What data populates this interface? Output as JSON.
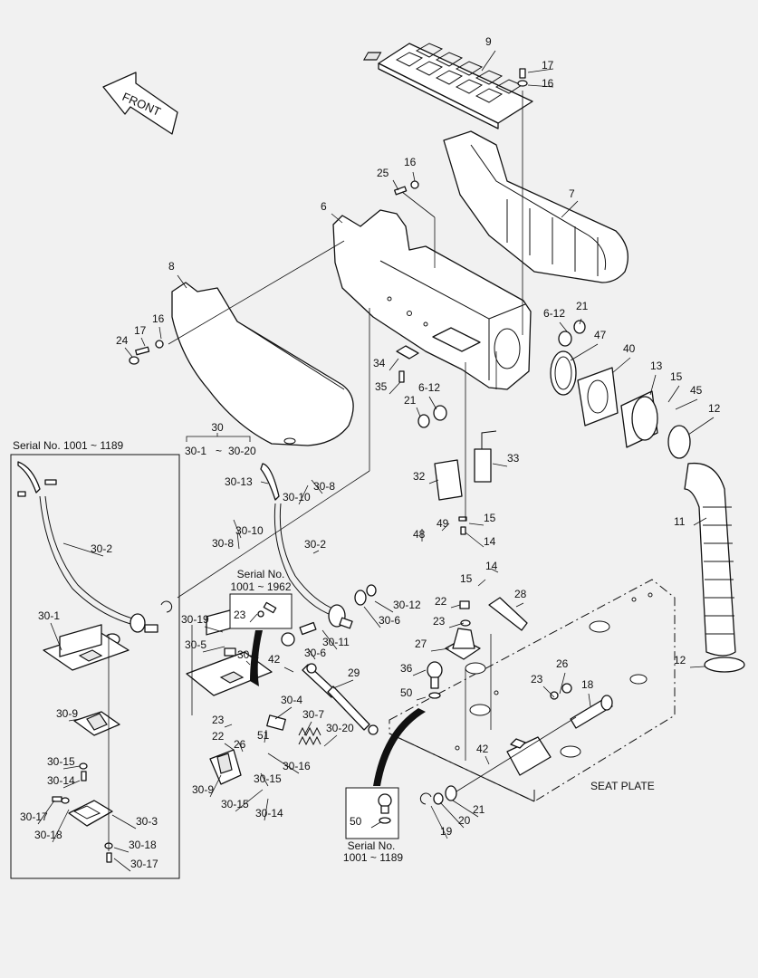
{
  "arrow_label": "FRONT",
  "seat_plate_label": "SEAT PLATE",
  "notes": {
    "serial_a_title": "Serial No. 1001 ~ 1189",
    "serial_b_title": "Serial No.",
    "serial_b_range": "1001 ~ 1962",
    "serial_c_title": "Serial No.",
    "serial_c_range": "1001 ~ 1189",
    "group_top": "30",
    "group_range_left": "30-1",
    "group_range_sep": "~",
    "group_range_right": "30-20"
  },
  "callouts": [
    "9",
    "17",
    "16",
    "7",
    "25",
    "16",
    "6",
    "8",
    "21",
    "6-12",
    "47",
    "40",
    "13",
    "15",
    "45",
    "12",
    "17",
    "16",
    "24",
    "34",
    "35",
    "21",
    "6-12",
    "33",
    "32",
    "49",
    "15",
    "48",
    "14",
    "11",
    "30-13",
    "30-8",
    "30-10",
    "30-10",
    "30-8",
    "30-2",
    "14",
    "15",
    "28",
    "22",
    "23",
    "27",
    "30-12",
    "30-6",
    "30-11",
    "30-6",
    "23",
    "30-19",
    "30-5",
    "30-1",
    "42",
    "29",
    "36",
    "50",
    "26",
    "23",
    "18",
    "12",
    "23",
    "22",
    "26",
    "51",
    "30-4",
    "30-7",
    "30-20",
    "30-16",
    "30-15",
    "30-9",
    "30-15",
    "30-14",
    "42",
    "21",
    "20",
    "19",
    "50",
    "30-2",
    "30-1",
    "30-9",
    "30-15",
    "30-14",
    "30-17",
    "30-18",
    "30-3",
    "30-18",
    "30-17"
  ]
}
